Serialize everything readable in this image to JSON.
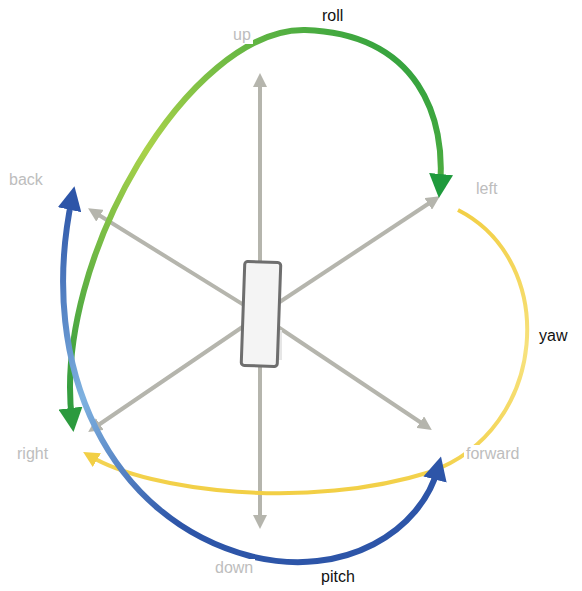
{
  "diagram": {
    "labels": [
      "roll",
      "up",
      "back",
      "left",
      "yaw",
      "right",
      "forward",
      "down",
      "pitch"
    ]
  }
}
